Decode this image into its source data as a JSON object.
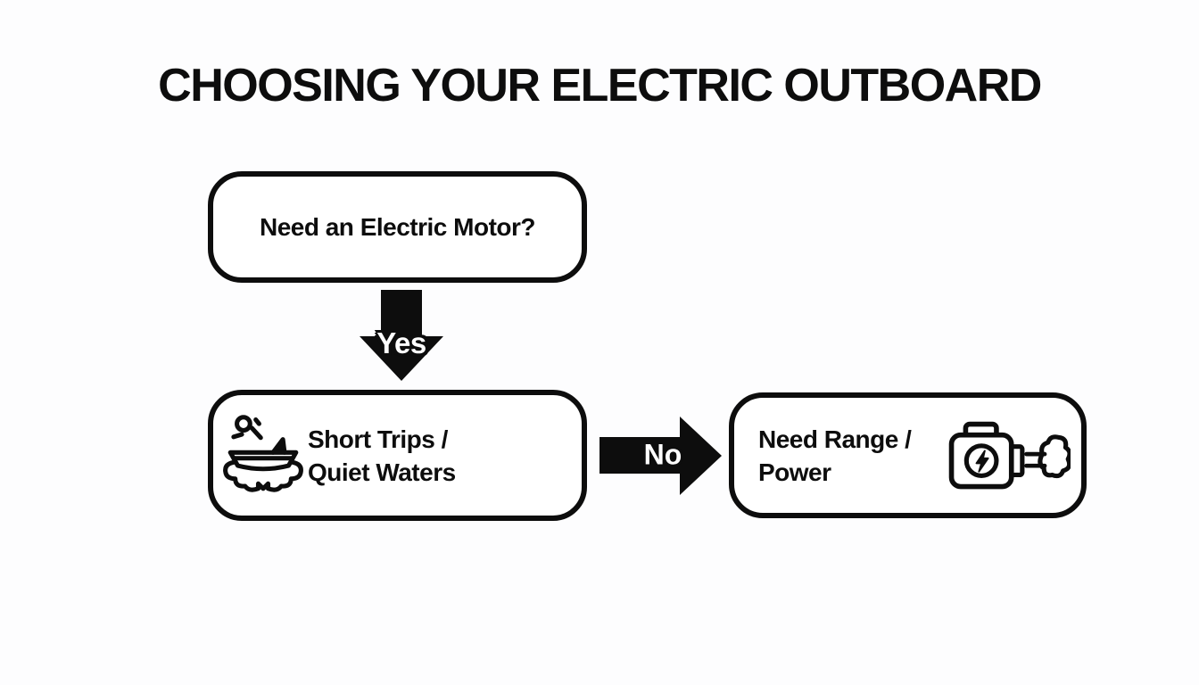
{
  "page": {
    "background": "#fdfdfe",
    "ink": "#0d0d0d",
    "box_fill": "#ffffff"
  },
  "title": "CHOOSING YOUR ELECTRIC OUTBOARD",
  "flowchart": {
    "question_box": {
      "label": "Need an Electric Motor?"
    },
    "yes_arrow": {
      "label": "Yes"
    },
    "no_arrow": {
      "label": "No"
    },
    "electric_box": {
      "line1": "Short Trips /",
      "line2": "Quiet Waters",
      "icon": "rowboat-calm-water-icon"
    },
    "gas_box": {
      "line1": "Need Range /",
      "line2": "Power",
      "icon": "engine-exhaust-icon"
    }
  }
}
